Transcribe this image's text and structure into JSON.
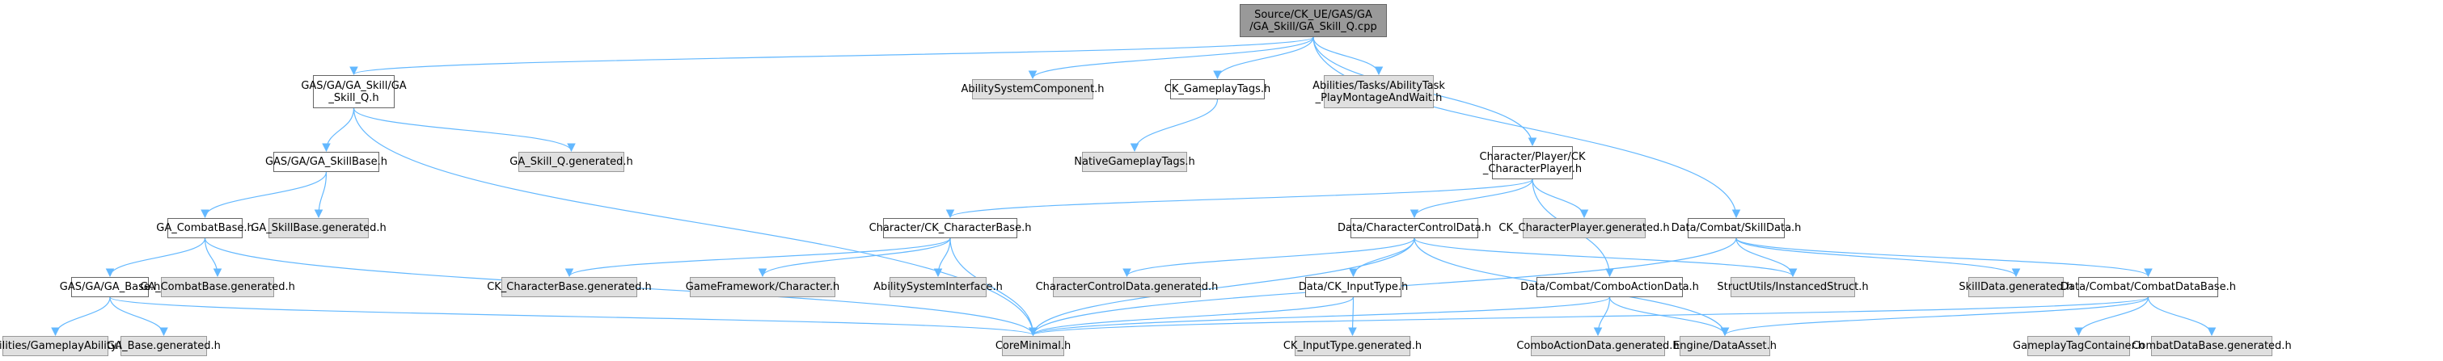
{
  "diagram": {
    "type": "include-dependency-graph",
    "edge_color": "#63b8ff",
    "colors": {
      "root_fill": "#999999",
      "local_fill": "#ffffff",
      "external_fill": "#e0e0e0",
      "border": "#666666",
      "external_border": "#999999"
    },
    "nodes": [
      {
        "id": "root",
        "label": "Source/CK_UE/GAS/GA\n/GA_Skill/GA_Skill_Q.cpp",
        "kind": "root"
      },
      {
        "id": "ga_skill_q_h",
        "label": "GAS/GA/GA_Skill/GA\n_Skill_Q.h",
        "kind": "local"
      },
      {
        "id": "asc",
        "label": "AbilitySystemComponent.h",
        "kind": "external"
      },
      {
        "id": "ck_tags",
        "label": "CK_GameplayTags.h",
        "kind": "local"
      },
      {
        "id": "montage",
        "label": "Abilities/Tasks/AbilityTask\n_PlayMontageAndWait.h",
        "kind": "external"
      },
      {
        "id": "skillbase_h",
        "label": "GAS/GA/GA_SkillBase.h",
        "kind": "local"
      },
      {
        "id": "skill_q_gen",
        "label": "GA_Skill_Q.generated.h",
        "kind": "external"
      },
      {
        "id": "native_tags",
        "label": "NativeGameplayTags.h",
        "kind": "external"
      },
      {
        "id": "char_player",
        "label": "Character/Player/CK\n_CharacterPlayer.h",
        "kind": "local"
      },
      {
        "id": "combatbase_h",
        "label": "GA_CombatBase.h",
        "kind": "local"
      },
      {
        "id": "skillbase_gen",
        "label": "GA_SkillBase.generated.h",
        "kind": "external"
      },
      {
        "id": "char_base",
        "label": "Character/CK_CharacterBase.h",
        "kind": "local"
      },
      {
        "id": "ctrl_data",
        "label": "Data/CharacterControlData.h",
        "kind": "local"
      },
      {
        "id": "player_gen",
        "label": "CK_CharacterPlayer.generated.h",
        "kind": "external"
      },
      {
        "id": "skill_data",
        "label": "Data/Combat/SkillData.h",
        "kind": "local"
      },
      {
        "id": "ga_base",
        "label": "GAS/GA/GA_Base.h",
        "kind": "local"
      },
      {
        "id": "combatbase_gen",
        "label": "GA_CombatBase.generated.h",
        "kind": "external"
      },
      {
        "id": "charbase_gen",
        "label": "CK_CharacterBase.generated.h",
        "kind": "external"
      },
      {
        "id": "gf_char",
        "label": "GameFramework/Character.h",
        "kind": "external"
      },
      {
        "id": "asi",
        "label": "AbilitySystemInterface.h",
        "kind": "external"
      },
      {
        "id": "ctrl_gen",
        "label": "CharacterControlData.generated.h",
        "kind": "external"
      },
      {
        "id": "input_type",
        "label": "Data/CK_InputType.h",
        "kind": "local"
      },
      {
        "id": "combo_data",
        "label": "Data/Combat/ComboActionData.h",
        "kind": "local"
      },
      {
        "id": "inst_struct",
        "label": "StructUtils/InstancedStruct.h",
        "kind": "external"
      },
      {
        "id": "skilldata_gen",
        "label": "SkillData.generated.h",
        "kind": "external"
      },
      {
        "id": "combat_db",
        "label": "Data/Combat/CombatDataBase.h",
        "kind": "local"
      },
      {
        "id": "gameplay_ability",
        "label": "Abilities/GameplayAbility.h",
        "kind": "external"
      },
      {
        "id": "ga_base_gen",
        "label": "GA_Base.generated.h",
        "kind": "external"
      },
      {
        "id": "core_min",
        "label": "CoreMinimal.h",
        "kind": "external"
      },
      {
        "id": "input_gen",
        "label": "CK_InputType.generated.h",
        "kind": "external"
      },
      {
        "id": "combo_gen",
        "label": "ComboActionData.generated.h",
        "kind": "external"
      },
      {
        "id": "data_asset",
        "label": "Engine/DataAsset.h",
        "kind": "external"
      },
      {
        "id": "tag_container",
        "label": "GameplayTagContainer.h",
        "kind": "external"
      },
      {
        "id": "combatdb_gen",
        "label": "CombatDataBase.generated.h",
        "kind": "external"
      }
    ],
    "edges": [
      [
        "root",
        "ga_skill_q_h"
      ],
      [
        "root",
        "asc"
      ],
      [
        "root",
        "ck_tags"
      ],
      [
        "root",
        "montage"
      ],
      [
        "root",
        "char_player"
      ],
      [
        "root",
        "skill_data"
      ],
      [
        "ga_skill_q_h",
        "skillbase_h"
      ],
      [
        "ga_skill_q_h",
        "skill_q_gen"
      ],
      [
        "ga_skill_q_h",
        "core_min"
      ],
      [
        "ck_tags",
        "native_tags"
      ],
      [
        "skillbase_h",
        "combatbase_h"
      ],
      [
        "skillbase_h",
        "skillbase_gen"
      ],
      [
        "combatbase_h",
        "ga_base"
      ],
      [
        "combatbase_h",
        "combatbase_gen"
      ],
      [
        "combatbase_h",
        "core_min"
      ],
      [
        "ga_base",
        "gameplay_ability"
      ],
      [
        "ga_base",
        "ga_base_gen"
      ],
      [
        "ga_base",
        "core_min"
      ],
      [
        "char_player",
        "char_base"
      ],
      [
        "char_player",
        "ctrl_data"
      ],
      [
        "char_player",
        "player_gen"
      ],
      [
        "char_player",
        "combo_data"
      ],
      [
        "char_base",
        "charbase_gen"
      ],
      [
        "char_base",
        "gf_char"
      ],
      [
        "char_base",
        "asi"
      ],
      [
        "char_base",
        "core_min"
      ],
      [
        "ctrl_data",
        "core_min"
      ],
      [
        "ctrl_data",
        "ctrl_gen"
      ],
      [
        "ctrl_data",
        "input_type"
      ],
      [
        "ctrl_data",
        "inst_struct"
      ],
      [
        "ctrl_data",
        "data_asset"
      ],
      [
        "input_type",
        "core_min"
      ],
      [
        "input_type",
        "input_gen"
      ],
      [
        "combo_data",
        "core_min"
      ],
      [
        "combo_data",
        "combo_gen"
      ],
      [
        "combo_data",
        "data_asset"
      ],
      [
        "skill_data",
        "core_min"
      ],
      [
        "skill_data",
        "inst_struct"
      ],
      [
        "skill_data",
        "skilldata_gen"
      ],
      [
        "skill_data",
        "combat_db"
      ],
      [
        "combat_db",
        "core_min"
      ],
      [
        "combat_db",
        "data_asset"
      ],
      [
        "combat_db",
        "tag_container"
      ],
      [
        "combat_db",
        "combatdb_gen"
      ]
    ]
  }
}
